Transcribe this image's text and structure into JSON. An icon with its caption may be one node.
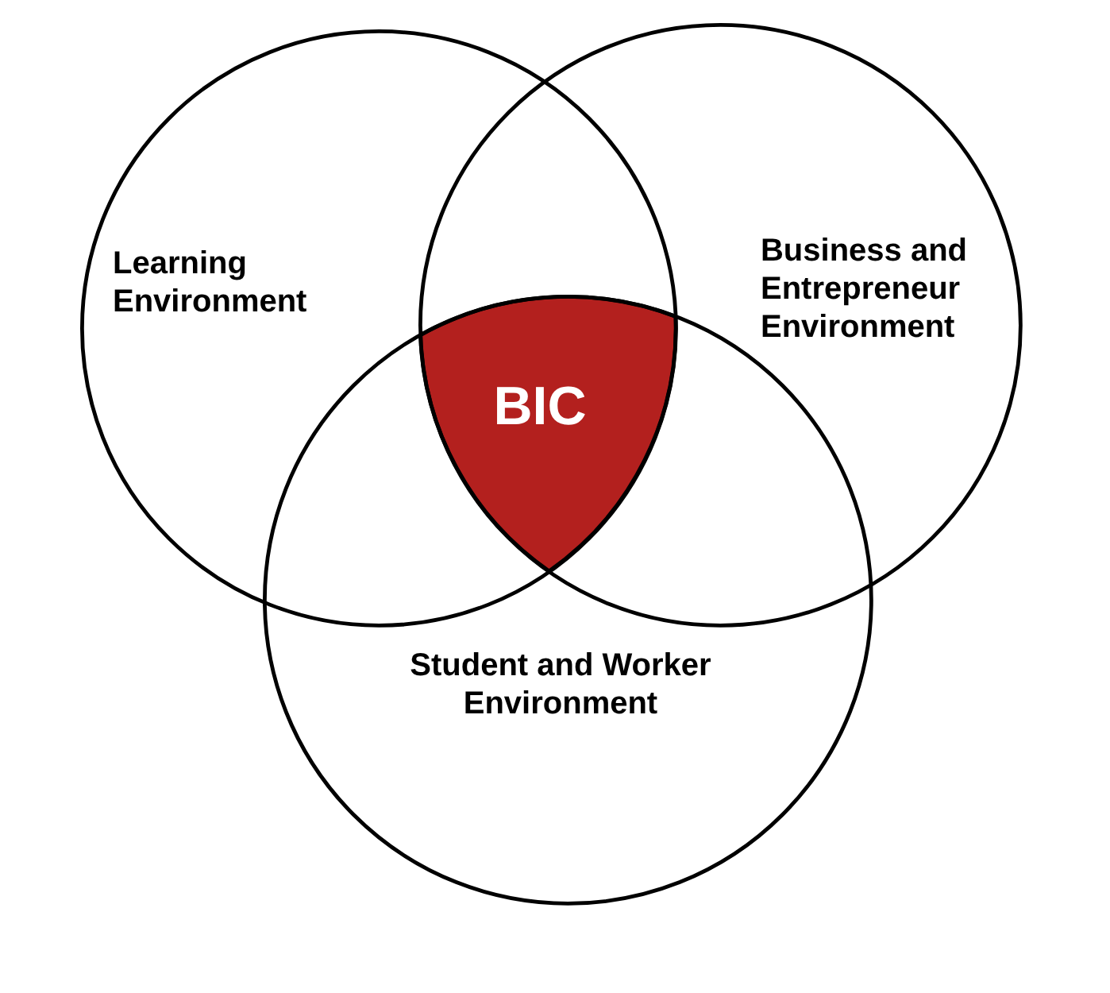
{
  "diagram": {
    "nodes": [
      {
        "text": [
          "Learning Environment"
        ]
      },
      {
        "text": [
          "Business and Entrepreneur Environment"
        ]
      },
      {
        "text": [
          "BIC"
        ]
      },
      {
        "text": [
          "Student and Worker Environment"
        ]
      }
    ]
  }
}
